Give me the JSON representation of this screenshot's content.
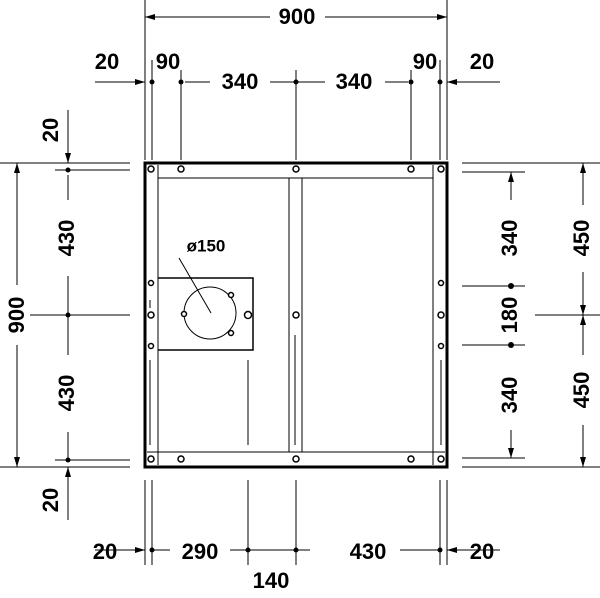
{
  "top": {
    "overall": "900",
    "left_edge": "20",
    "left_offset": "90",
    "left_span": "340",
    "right_span": "340",
    "right_offset": "90",
    "right_edge": "20"
  },
  "left": {
    "top_edge": "20",
    "upper": "430",
    "overall": "900",
    "lower": "430",
    "bottom_edge": "20"
  },
  "right": {
    "upper_inner": "340",
    "upper_outer": "450",
    "middle": "180",
    "lower_inner": "340",
    "lower_outer": "450"
  },
  "bottom": {
    "left_edge": "20",
    "left_span": "290",
    "right_span": "430",
    "right_edge": "20",
    "plate_offset": "140"
  },
  "callout": {
    "diameter": "ø150"
  }
}
